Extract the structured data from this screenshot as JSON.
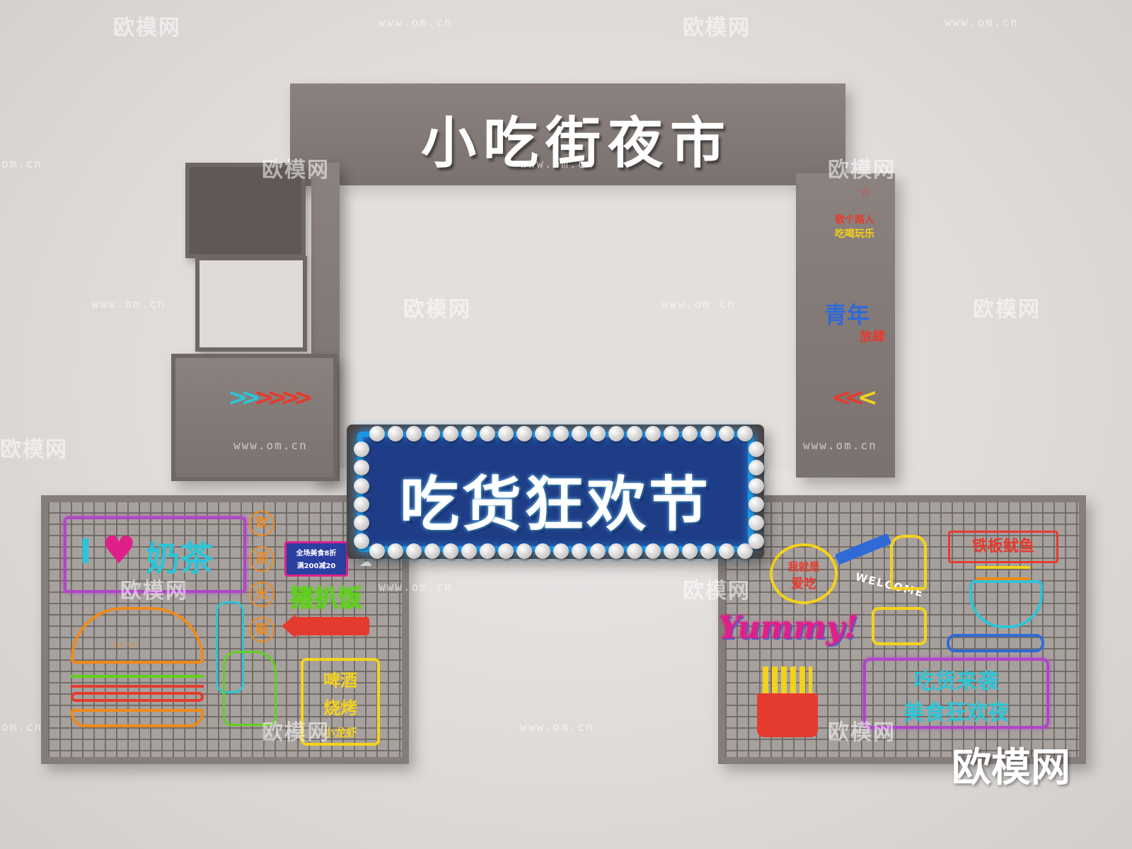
{
  "scene": {
    "main_sign": "小吃街夜市",
    "center_neon": "吃货狂欢节",
    "left_panel": {
      "milk_tea_i": "I",
      "milk_tea_heart": "♥",
      "milk_tea_text": "奶茶",
      "vertical_circles": [
        "欢",
        "迎",
        "光",
        "临"
      ],
      "promo_line1": "全场美食8折",
      "promo_line2": "满200减20",
      "pork_rice": "猪扒饭",
      "beer_sign": [
        "啤酒",
        "烧烤",
        "小龙虾"
      ]
    },
    "right_panel": {
      "speech_bubble": [
        "我就是",
        "爱吃"
      ],
      "welcome": "WELCOME",
      "yummy": "Yummy!",
      "iron_plate": "铁板鱿鱼",
      "foodie_lines": [
        "吃货来袭",
        "美食狂欢夜"
      ]
    },
    "right_column": {
      "top_text": [
        "敬个路人",
        "吃喝玩乐"
      ],
      "youth": [
        "青年",
        "放肆"
      ]
    }
  },
  "watermark": {
    "brand": "欧模网",
    "url": "www.om.cn",
    "short_url": "om.cn"
  },
  "colors": {
    "steel": "#7e7673",
    "neon_blue": "#1a96e6",
    "neon_pink": "#e0208a",
    "neon_yellow": "#f4d21a",
    "neon_green": "#5fd11c",
    "neon_red": "#e53b2e",
    "neon_cyan": "#2ec4d6",
    "neon_purple": "#b046c8"
  }
}
